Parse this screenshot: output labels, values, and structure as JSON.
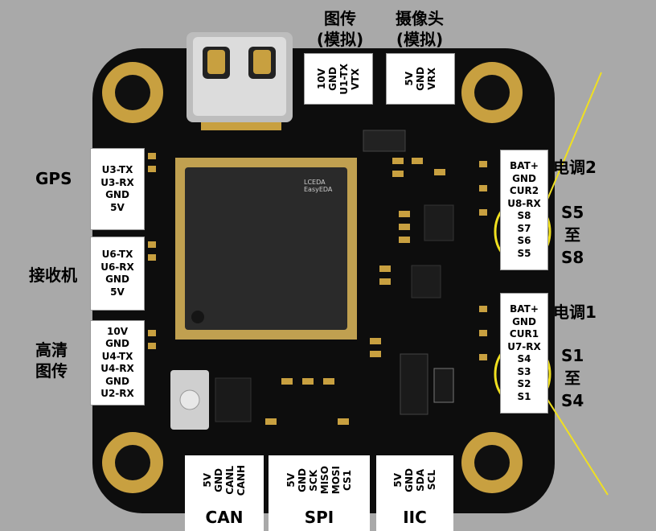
{
  "top_labels": {
    "vtx_title": [
      "图传",
      "(模拟)"
    ],
    "cam_title": [
      "摄像头",
      "(模拟)"
    ]
  },
  "top_pins": {
    "vtx": [
      "10V",
      "GND",
      "U1-TX",
      "VTX"
    ],
    "cam": [
      "5V",
      "GND",
      "VRX"
    ]
  },
  "left": {
    "gps_title": "GPS",
    "gps_pins": [
      "U3-TX",
      "U3-RX",
      "GND",
      "5V"
    ],
    "rx_title": "接收机",
    "rx_pins": [
      "U6-TX",
      "U6-RX",
      "GND",
      "5V"
    ],
    "hd_title": [
      "高清",
      "图传"
    ],
    "hd_pins": [
      "10V",
      "GND",
      "U4-TX",
      "U4-RX",
      "GND",
      "U2-RX"
    ]
  },
  "right": {
    "esc2_title": "电调2",
    "esc2_pins": [
      "BAT+",
      "GND",
      "CUR2",
      "U8-RX",
      "S8",
      "S7",
      "S6",
      "S5"
    ],
    "esc2_range": [
      "S5",
      "至",
      "S8"
    ],
    "esc1_title": "电调1",
    "esc1_pins": [
      "BAT+",
      "GND",
      "CUR1",
      "U7-RX",
      "S4",
      "S3",
      "S2",
      "S1"
    ],
    "esc1_range": [
      "S1",
      "至",
      "S4"
    ]
  },
  "bottom": {
    "can_pins": [
      "5V",
      "GND",
      "CANL",
      "CANH"
    ],
    "can_title": "CAN",
    "spi_pins": [
      "5V",
      "GND",
      "SCK",
      "MISO",
      "MOSI",
      "CS1"
    ],
    "spi_title": "SPI",
    "iic_pins": [
      "5V",
      "GND",
      "SDA",
      "SCL"
    ],
    "iic_title": "IIC"
  },
  "mcu_logo": [
    "LCEDA",
    "EasyEDA"
  ],
  "colors": {
    "pcb": "#0d0d0d",
    "gold": "#c8a040",
    "highlight": "#f0e020",
    "background": "#a9a9a9"
  }
}
